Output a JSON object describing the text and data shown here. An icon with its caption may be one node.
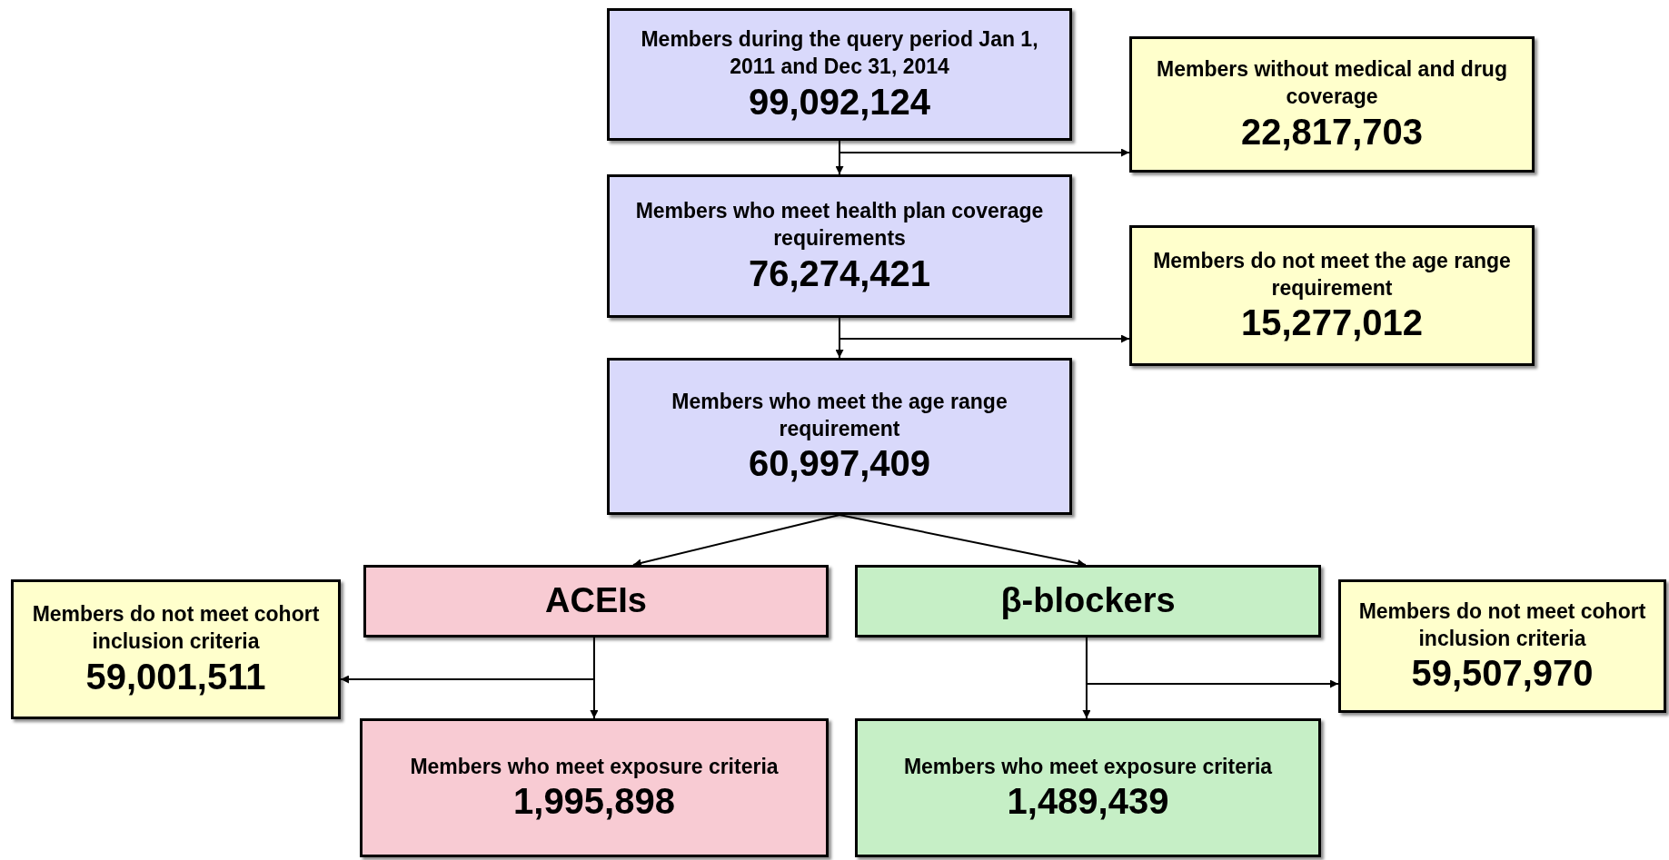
{
  "diagram": {
    "nodes": [
      {
        "text": [
          "Members during the query period Jan 1, 2011 and Dec 31, 2014",
          "99,092,124"
        ]
      },
      {
        "text": [
          "Members without medical and drug coverage",
          "22,817,703"
        ]
      },
      {
        "text": [
          "Members who meet health plan coverage requirements",
          "76,274,421"
        ]
      },
      {
        "text": [
          "Members do not meet the age range requirement",
          "15,277,012"
        ]
      },
      {
        "text": [
          "Members who meet the age range requirement",
          "60,997,409"
        ]
      },
      {
        "text": [
          "ACEIs"
        ]
      },
      {
        "text": [
          "β-blockers"
        ]
      },
      {
        "text": [
          "Members do not meet cohort inclusion criteria",
          "59,001,511"
        ]
      },
      {
        "text": [
          "Members do not meet cohort inclusion criteria",
          "59,507,970"
        ]
      },
      {
        "text": [
          "Members who meet exposure criteria",
          "1,995,898"
        ]
      },
      {
        "text": [
          "Members who meet exposure criteria",
          "1,489,439"
        ]
      }
    ],
    "edges": [
      {
        "from": 0,
        "to": 2,
        "arrow": "to"
      },
      {
        "from": 0,
        "to": 1,
        "arrow": "to"
      },
      {
        "from": 2,
        "to": 4,
        "arrow": "to"
      },
      {
        "from": 2,
        "to": 3,
        "arrow": "to"
      },
      {
        "from": 4,
        "to": 5,
        "arrow": "to"
      },
      {
        "from": 4,
        "to": 6,
        "arrow": "to"
      },
      {
        "from": 5,
        "to": 9,
        "arrow": "to"
      },
      {
        "from": 5,
        "to": 7,
        "arrow": "to"
      },
      {
        "from": 6,
        "to": 10,
        "arrow": "to"
      },
      {
        "from": 6,
        "to": 8,
        "arrow": "to"
      }
    ]
  }
}
